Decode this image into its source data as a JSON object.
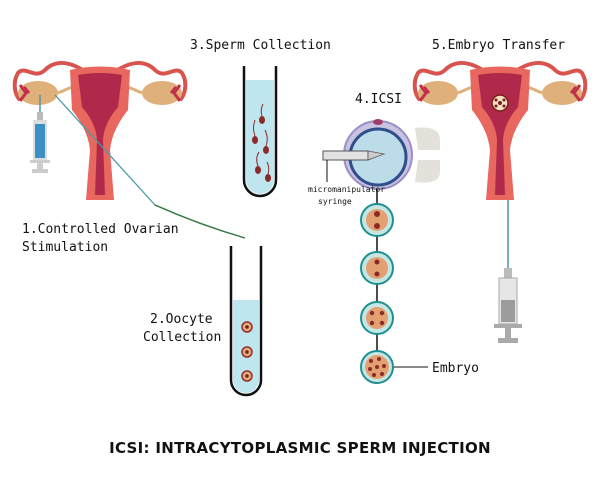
{
  "title": "ICSI: INTRACYTOPLASMIC SPERM INJECTION",
  "steps": {
    "step1_line1": "1.Controlled Ovarian",
    "step1_line2": "Stimulation",
    "step2_line1": "2.Oocyte",
    "step2_line2": "Collection",
    "step3": "3.Sperm Collection",
    "step4": "4.ICSI",
    "step5": "5.Embryo Transfer"
  },
  "annotations": {
    "syringe_line1": "micromanipulator",
    "syringe_line2": "syringe",
    "embryo": "Embryo"
  },
  "colors": {
    "uterus_outer": "#e8675f",
    "uterus_inner": "#b0294a",
    "ovary": "#e0b07a",
    "tube_fluid": "#bfe6ef",
    "syringe_blue": "#3a8fc4",
    "cell_ring": "#1f8f8f"
  }
}
